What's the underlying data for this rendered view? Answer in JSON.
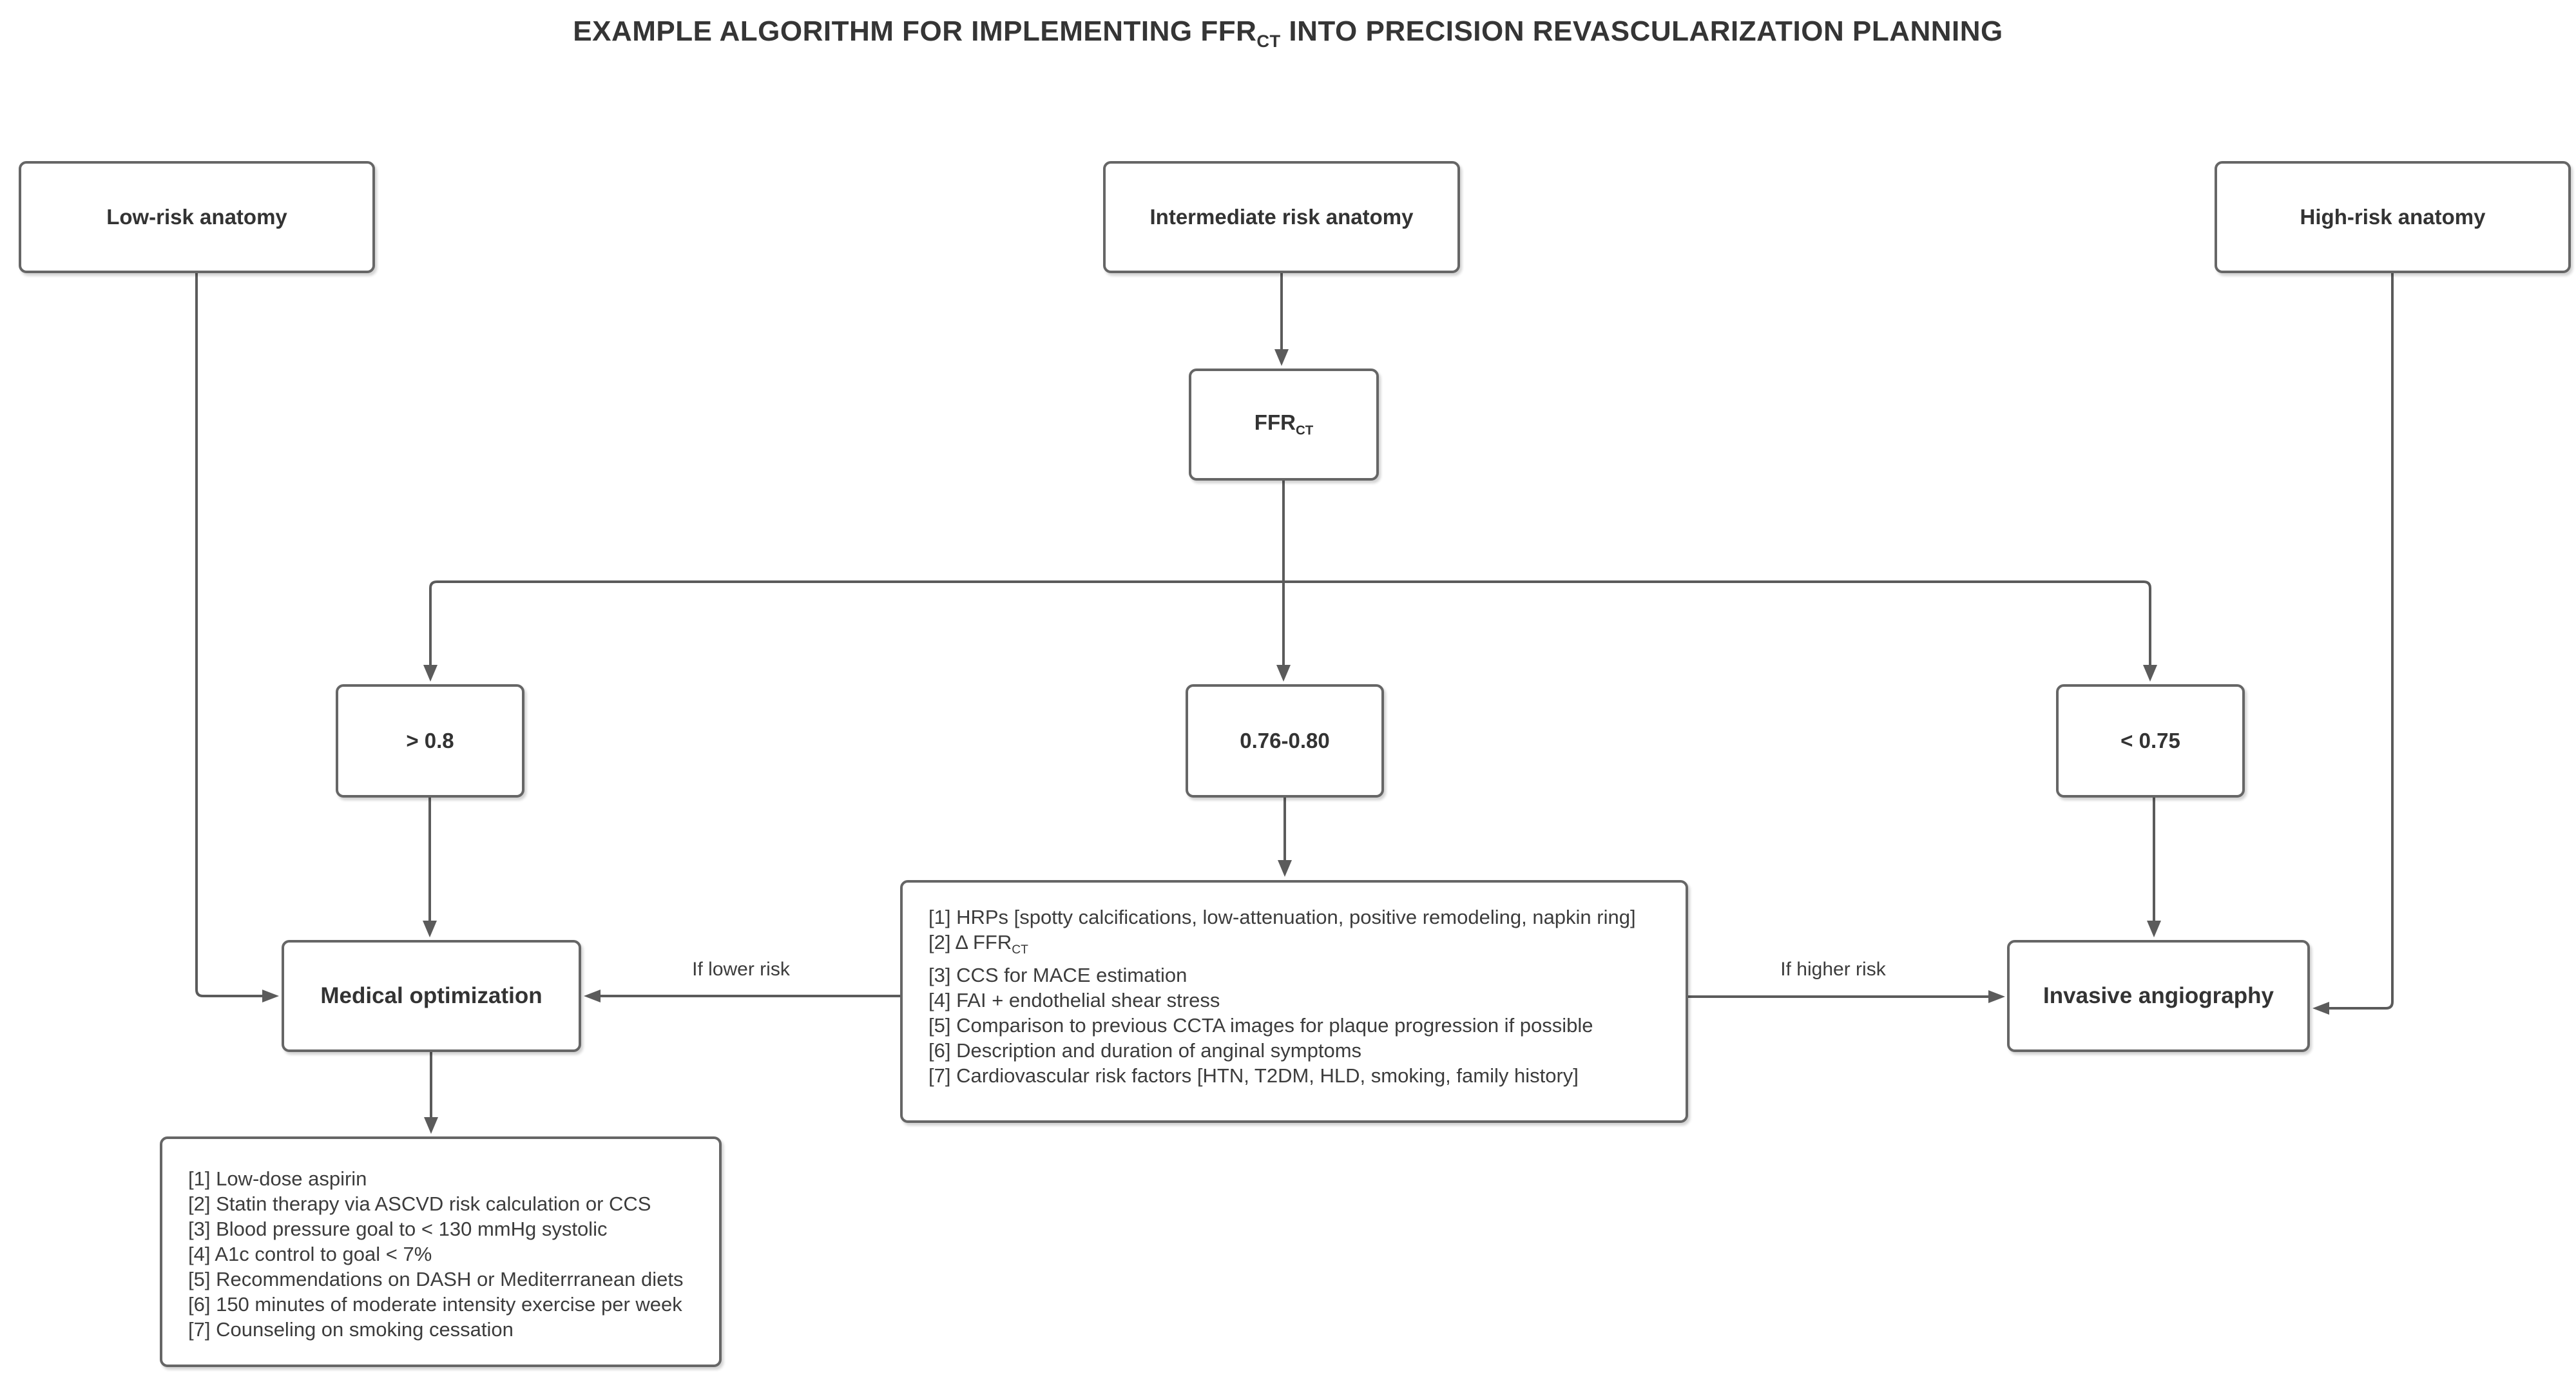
{
  "colors": {
    "line": "#5b5b5b",
    "border": "#666666",
    "text": "#383838",
    "bg": "#ffffff"
  },
  "title": {
    "prefix": "EXAMPLE ALGORITHM FOR IMPLEMENTING FFR",
    "sub": "CT",
    "suffix": " INTO PRECISION REVASCULARIZATION PLANNING"
  },
  "nodes": {
    "low_risk": "Low-risk anatomy",
    "intermediate": "Intermediate risk anatomy",
    "high_risk": "High-risk anatomy",
    "ffrct_base": "FFR",
    "ffrct_sub": "CT",
    "gt08": "> 0.8",
    "mid_range": "0.76-0.80",
    "lt075": "< 0.75",
    "medical": "Medical optimization",
    "invasive": "Invasive angiography"
  },
  "edge_labels": {
    "lower": "If lower risk",
    "higher": "If higher risk"
  },
  "assessment_box": {
    "item1": "[1] HRPs [spotty calcifications, low-attenuation, positive remodeling, napkin ring]",
    "item2_base": "[2] Δ FFR",
    "item2_sub": "CT",
    "item3": "[3] CCS for MACE estimation",
    "item4": "[4] FAI + endothelial shear stress",
    "item5": "[5] Comparison to previous CCTA images for plaque progression if possible",
    "item6": "[6] Description and duration of anginal symptoms",
    "item7": "[7] Cardiovascular risk factors [HTN, T2DM, HLD, smoking, family history]"
  },
  "medical_plan": {
    "items": [
      "[1] Low-dose aspirin",
      "[2] Statin therapy via ASCVD risk calculation or CCS",
      "[3] Blood pressure goal to < 130 mmHg systolic",
      "[4] A1c control to goal < 7%",
      "[5] Recommendations on DASH or Mediterrranean diets",
      "[6] 150 minutes of moderate intensity exercise per week",
      "[7] Counseling on smoking cessation"
    ]
  }
}
